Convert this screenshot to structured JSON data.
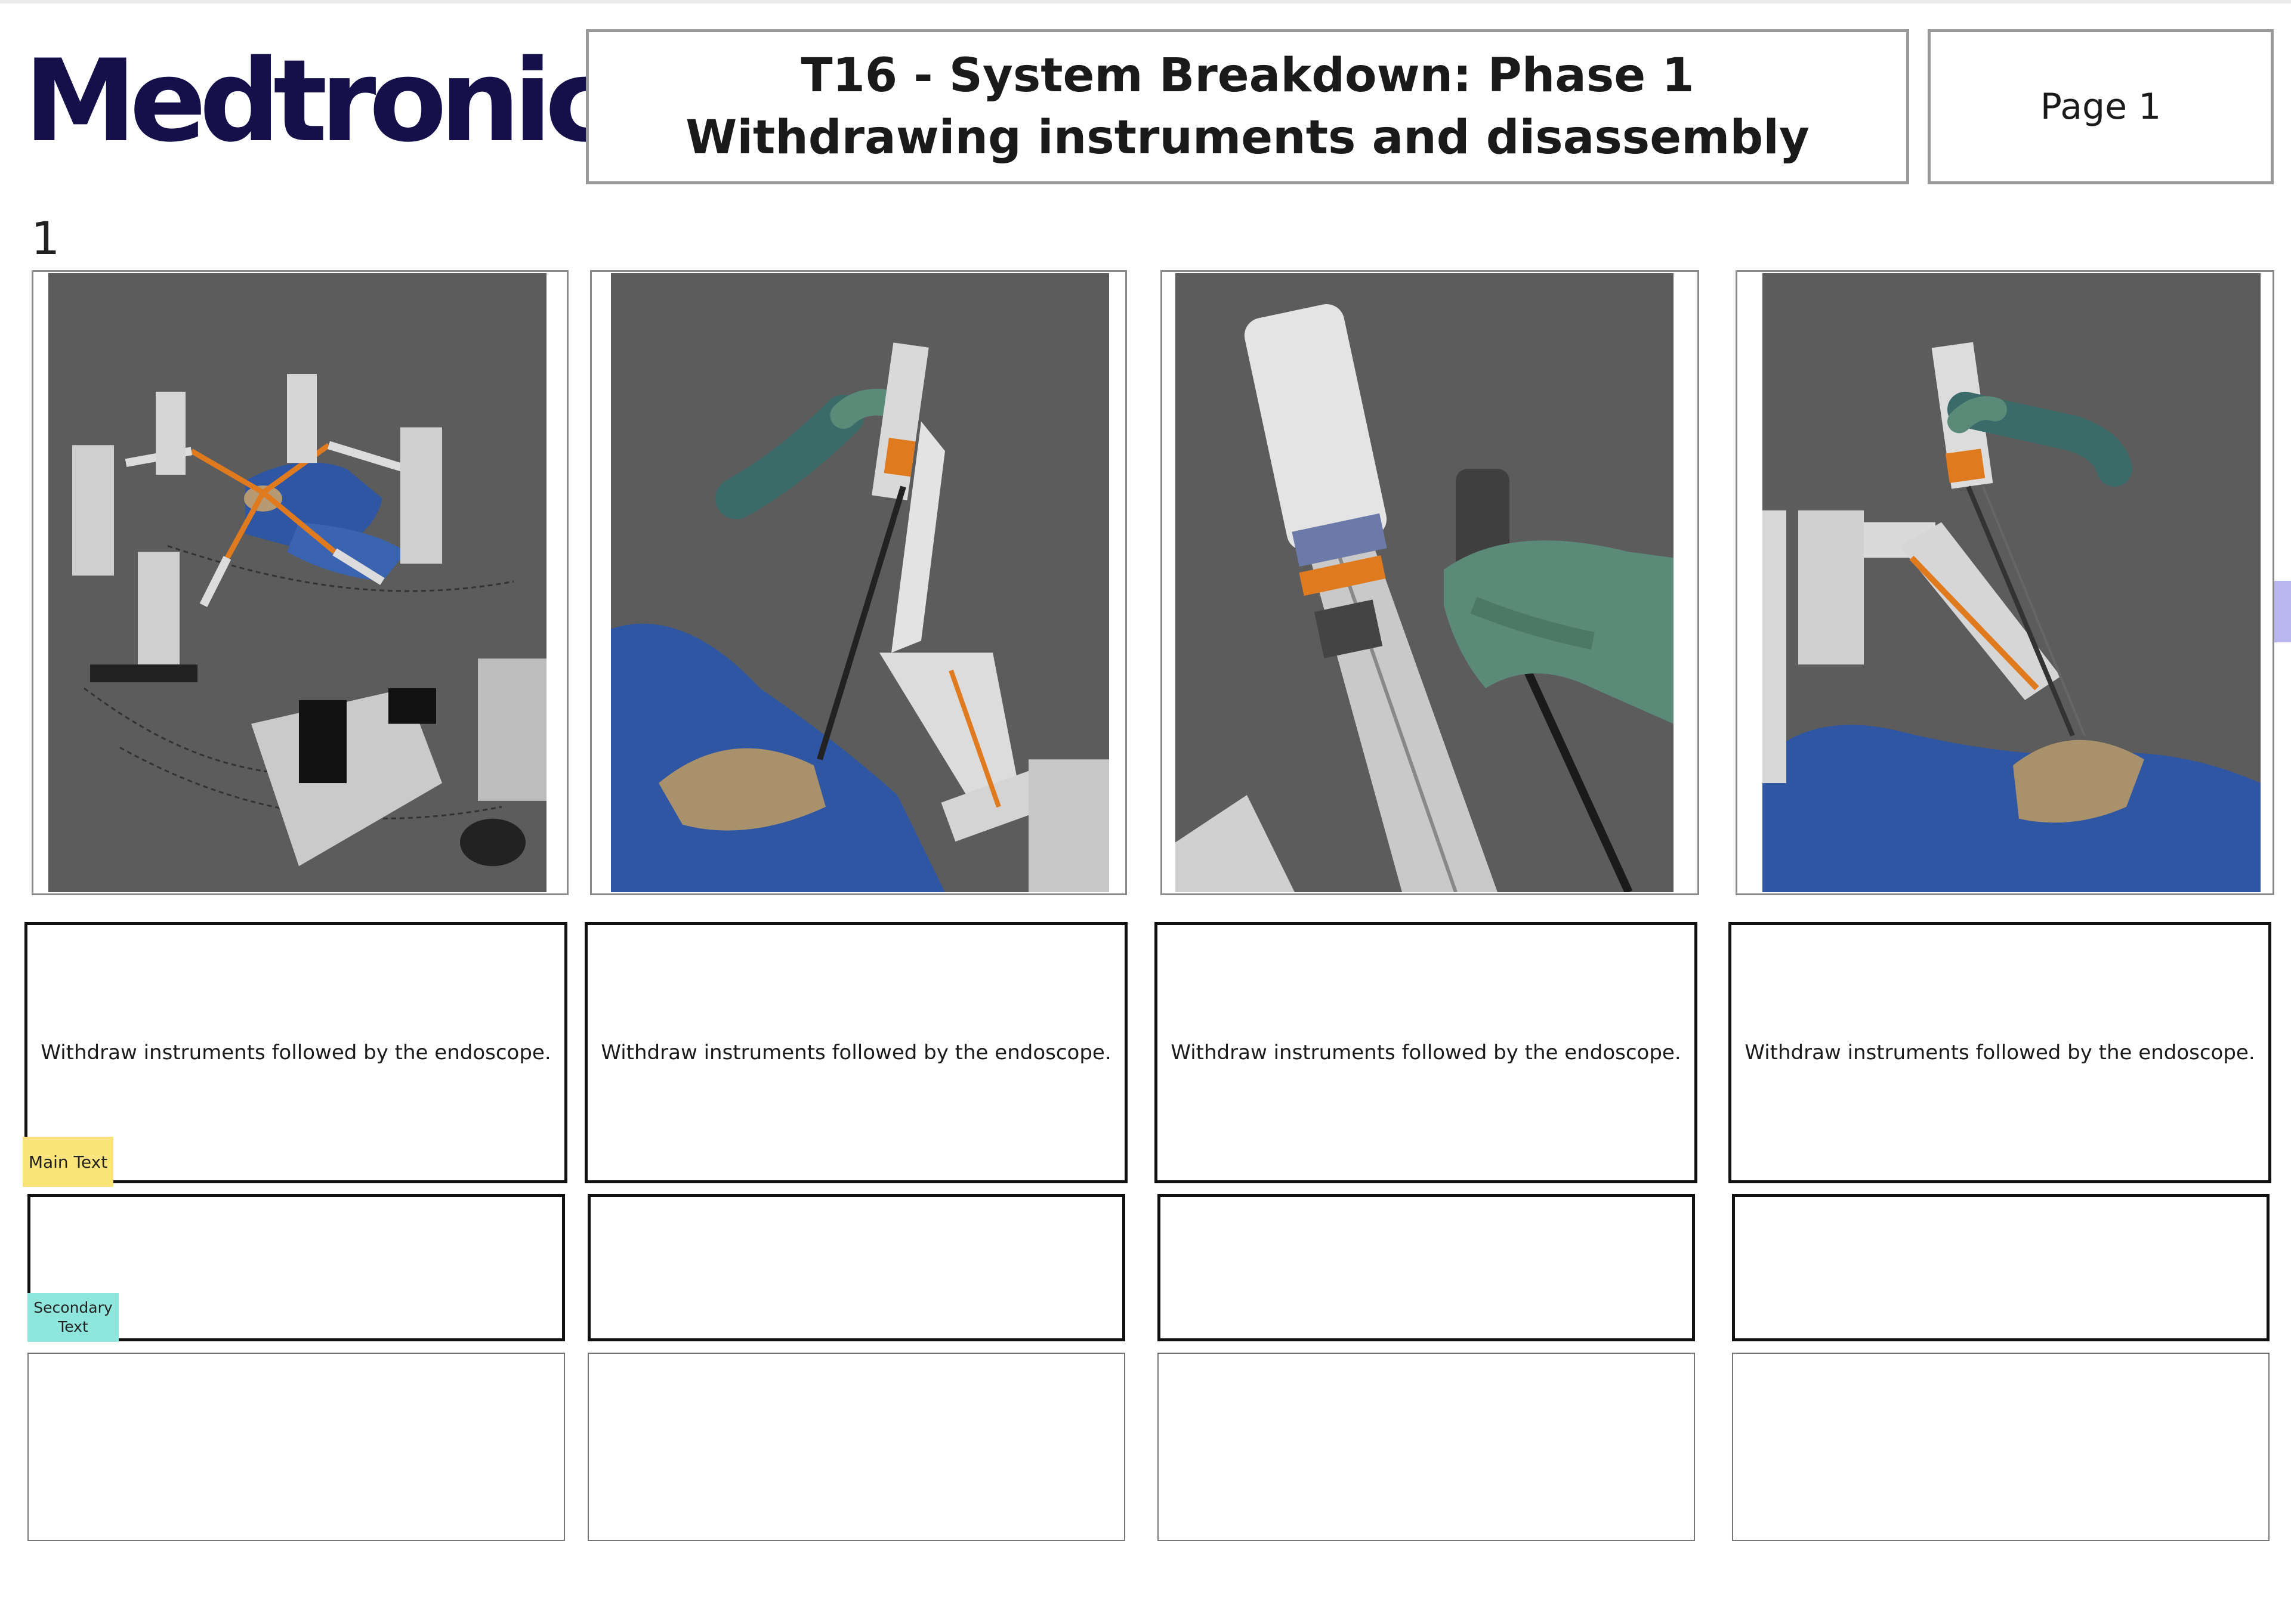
{
  "header": {
    "logo_text": "Medtronic",
    "title_line1": "T16 - System Breakdown: Phase 1",
    "title_line2": "Withdrawing instruments and disassembly",
    "page_label": "Page 1"
  },
  "row_number": "1",
  "panels": [
    {
      "image": "operating-room-overview-render",
      "main_text": "Withdraw instruments followed by the endoscope.",
      "secondary_text": ""
    },
    {
      "image": "robotic-arm-instrument-withdrawal-render",
      "main_text": "Withdraw instruments followed by the endoscope.",
      "secondary_text": ""
    },
    {
      "image": "instrument-drive-closeup-render",
      "main_text": "Withdraw instruments followed by the endoscope.",
      "secondary_text": ""
    },
    {
      "image": "arm-and-patient-side-view-render",
      "main_text": "Withdraw instruments followed by the endoscope.",
      "secondary_text": ""
    }
  ],
  "tags": {
    "main_text_label": "Main Text",
    "secondary_text_label_line1": "Secondary",
    "secondary_text_label_line2": "Text"
  },
  "colors": {
    "brand": "#15104a",
    "scene_background": "#5c5c5c",
    "drape_blue": "#2f56a3",
    "glove_green": "#5b8a79",
    "accent_orange": "#e07a1f",
    "tag_main": "#fbe57a",
    "tag_secondary": "#8fe6dd"
  }
}
